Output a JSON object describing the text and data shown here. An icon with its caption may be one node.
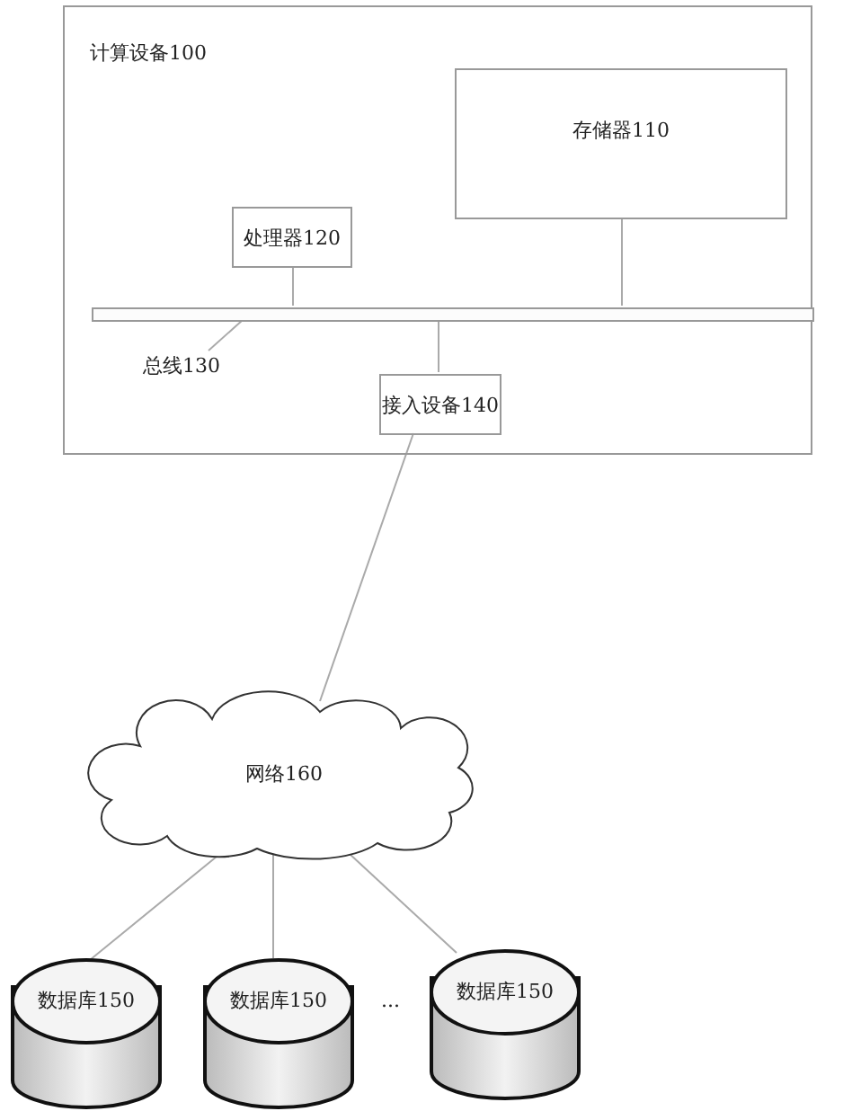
{
  "diagram": {
    "nodes": [
      {
        "text": [
          "计算设备100"
        ]
      },
      {
        "text": [
          "存储器110"
        ],
        "in": 0
      },
      {
        "text": [
          "处理器120"
        ],
        "in": 0
      },
      {
        "text": [],
        "shape": "bar",
        "in": 0
      },
      {
        "text": [
          "总线130"
        ],
        "in": 0
      },
      {
        "text": [
          "接入设备140"
        ],
        "in": 0
      },
      {
        "text": [
          "网络160"
        ]
      },
      {
        "text": [
          "数据库150"
        ]
      },
      {
        "text": [
          "数据库150"
        ]
      },
      {
        "text": [
          "数据库150"
        ]
      }
    ],
    "edges": [
      {
        "from": 2,
        "to": 3,
        "arrow": "none"
      },
      {
        "from": 1,
        "to": 3,
        "arrow": "none"
      },
      {
        "from": 4,
        "to": 3,
        "arrow": "none"
      },
      {
        "from": 3,
        "to": 5,
        "arrow": "none"
      },
      {
        "from": 5,
        "to": 6,
        "arrow": "none"
      },
      {
        "from": 6,
        "to": 7,
        "arrow": "none"
      },
      {
        "from": 6,
        "to": 8,
        "arrow": "none"
      },
      {
        "from": 6,
        "to": 9,
        "arrow": "none"
      }
    ],
    "labels": [
      "..."
    ]
  }
}
